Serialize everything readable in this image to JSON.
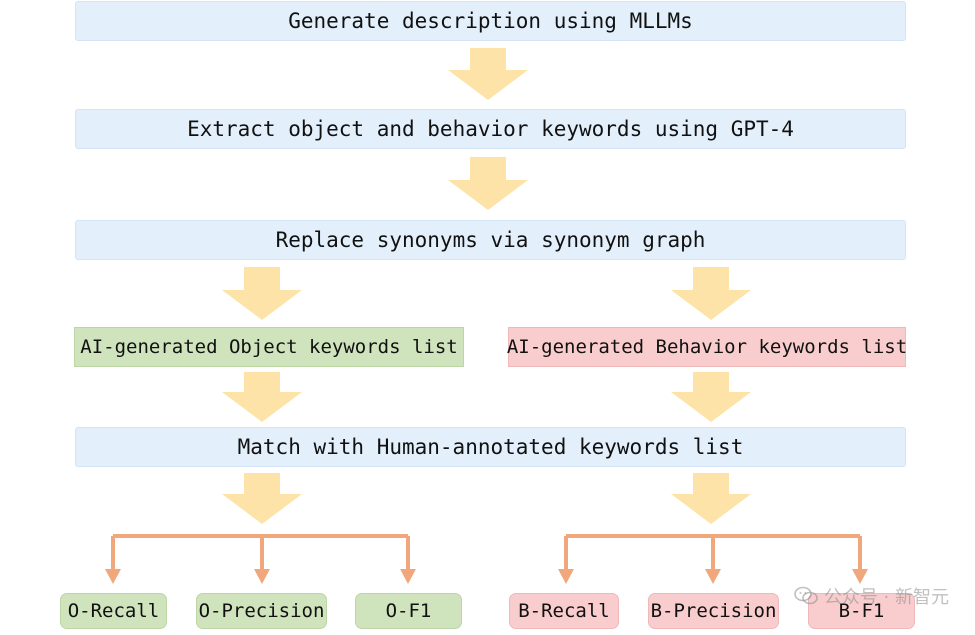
{
  "steps": {
    "generate": "Generate description using MLLMs",
    "extract": "Extract object and behavior keywords using GPT-4",
    "replace": "Replace synonyms via synonym graph",
    "match": "Match with Human-annotated keywords list"
  },
  "lists": {
    "object": "AI-generated Object keywords list",
    "behavior": "AI-generated Behavior keywords list"
  },
  "metrics": {
    "object": [
      "O-Recall",
      "O-Precision",
      "O-F1"
    ],
    "behavior": [
      "B-Recall",
      "B-Precision",
      "B-F1"
    ]
  },
  "colors": {
    "step_fill": "#e3f0fc",
    "object_fill": "#cfe3bd",
    "behavior_fill": "#f9cdcd",
    "flow_arrow": "#fde3a8",
    "branch_connector": "#f0a77c"
  },
  "watermark": {
    "text": "公众号 · 新智元",
    "icon": "wechat-icon"
  }
}
